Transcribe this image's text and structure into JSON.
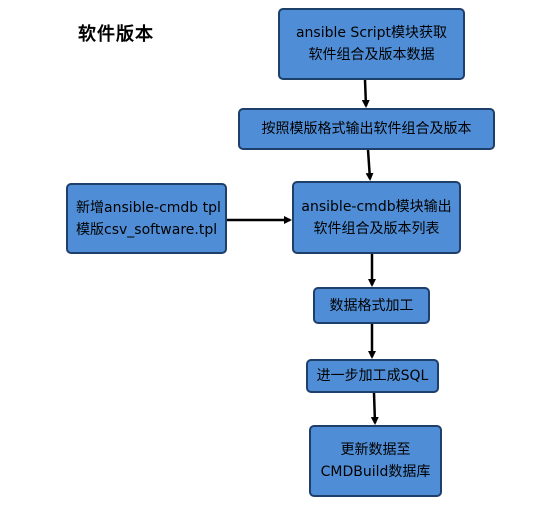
{
  "title": "软件版本",
  "flow": {
    "step1": {
      "lines": [
        "ansible Script模块获取",
        "软件组合及版本数据"
      ]
    },
    "step2": {
      "lines": [
        "按照模版格式输出软件组合及版本"
      ]
    },
    "template": {
      "lines": [
        "新增ansible-cmdb tpl",
        "模版csv_software.tpl"
      ]
    },
    "step3": {
      "lines": [
        "ansible-cmdb模块输出",
        "软件组合及版本列表"
      ]
    },
    "step4": {
      "lines": [
        "数据格式加工"
      ]
    },
    "step5": {
      "lines": [
        "进一步加工成SQL"
      ]
    },
    "step6": {
      "lines": [
        "更新数据至",
        "CMDBuild数据库"
      ]
    }
  },
  "colors": {
    "box_fill": "#4f8ed6",
    "box_border": "#1f3f6b",
    "arrow": "#000000"
  }
}
